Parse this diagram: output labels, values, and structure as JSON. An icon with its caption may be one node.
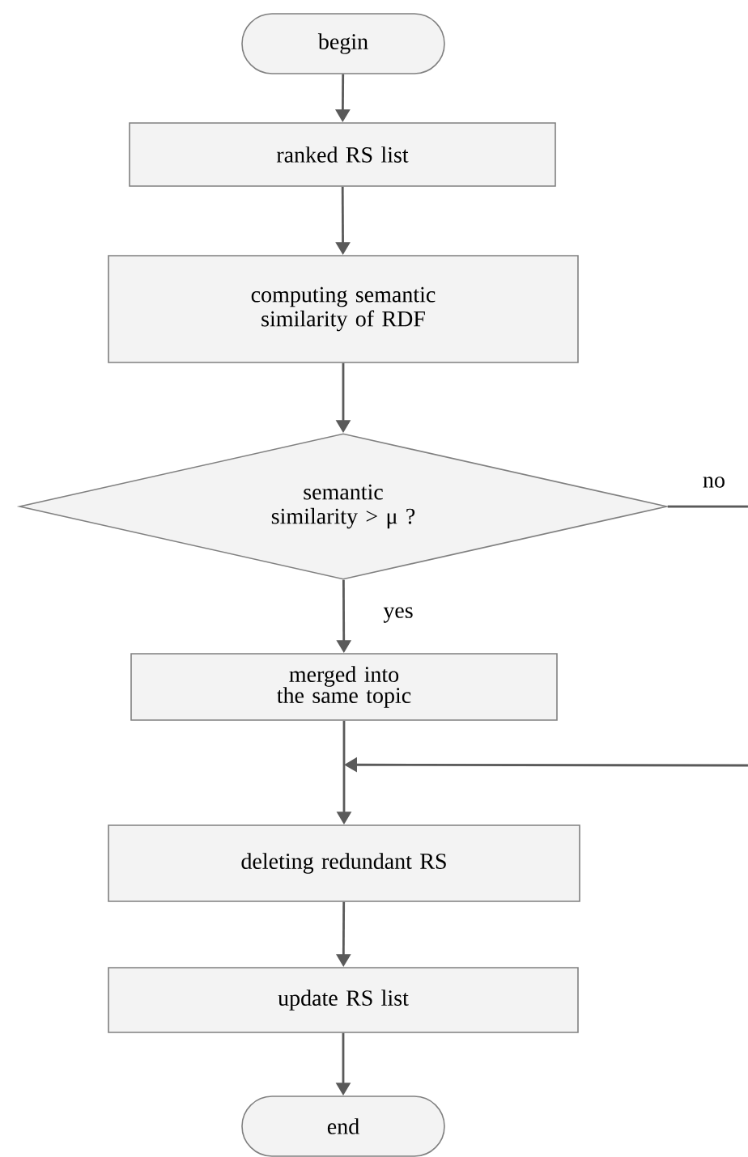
{
  "diagram": {
    "nodes": [
      {
        "text": [
          "begin"
        ]
      },
      {
        "text": [
          "ranked RS list"
        ]
      },
      {
        "text": [
          "computing semantic similarity of RDF"
        ]
      },
      {
        "text": [
          "semantic similarity > μ ?"
        ]
      },
      {
        "text": [
          "merged into the same topic"
        ]
      },
      {
        "text": [
          "deleting redundant RS"
        ]
      },
      {
        "text": [
          "update RS list"
        ]
      },
      {
        "text": [
          "end"
        ]
      }
    ],
    "edges": [
      {
        "from": 0,
        "to": 1,
        "arrow": "to"
      },
      {
        "from": 1,
        "to": 2,
        "arrow": "to"
      },
      {
        "from": 2,
        "to": 3,
        "arrow": "to"
      },
      {
        "from": 3,
        "to": 4,
        "arrow": "to",
        "label": "yes"
      },
      {
        "from": 4,
        "to": 5,
        "arrow": "to"
      },
      {
        "from": 5,
        "to": 6,
        "arrow": "to"
      },
      {
        "from": 6,
        "to": 7,
        "arrow": "to"
      },
      {
        "from": 3,
        "to": null,
        "arrow": "none",
        "label": "no"
      },
      {
        "from": null,
        "to": 5,
        "arrow": "to"
      }
    ]
  }
}
